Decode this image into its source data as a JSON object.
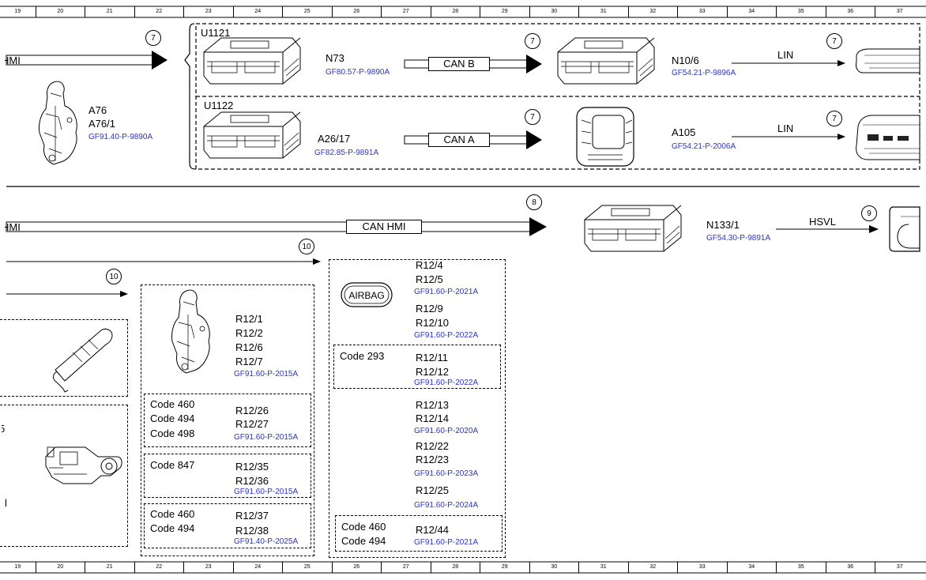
{
  "ruler": {
    "numbers": [
      "19",
      "20",
      "21",
      "22",
      "23",
      "24",
      "25",
      "26",
      "27",
      "28",
      "29",
      "30",
      "31",
      "32",
      "33",
      "34",
      "35",
      "36",
      "37"
    ]
  },
  "top": {
    "hmi_left": "HMI",
    "circle_main": "7",
    "group_u1121": {
      "label": "U1121",
      "module1": {
        "name": "N73",
        "ref": "GF80.57-P-9890A"
      },
      "bus1": "CAN B",
      "circle1": "7",
      "module2": {
        "name": "N10/6",
        "ref": "GF54.21-P-9896A"
      },
      "bus2": "LIN",
      "circle2": "7"
    },
    "group_u1122": {
      "label": "U1122",
      "module1": {
        "name": "A26/17",
        "ref": "GF82.85-P-9891A"
      },
      "bus1": "CAN A",
      "circle1": "7",
      "module2": {
        "name": "A105",
        "ref": "GF54.21-P-2006A"
      },
      "bus2": "LIN",
      "circle2": "7"
    },
    "a76": {
      "line1": "A76",
      "line2": "A76/1",
      "ref": "GF91.40-P-9890A"
    }
  },
  "middle": {
    "hmi_left": "HMI",
    "bus": "CAN HMI",
    "circle_can": "8",
    "n133": {
      "name": "N133/1",
      "ref": "GF54.30-P-9891A"
    },
    "bus_hsvl": "HSVL",
    "circle_hsvl": "9",
    "circle_10a": "10",
    "circle_10b": "10"
  },
  "left_partial": {
    "text1": "5",
    "text2": "l"
  },
  "col_center": {
    "block1": {
      "lines": [
        "R12/1",
        "R12/2",
        "R12/6",
        "R12/7"
      ],
      "ref": "GF91.60-P-2015A"
    },
    "block2": {
      "codes": [
        "Code 460",
        "Code 494",
        "Code 498"
      ],
      "lines": [
        "R12/26",
        "R12/27"
      ],
      "ref": "GF91.60-P-2015A"
    },
    "block3": {
      "codes": [
        "Code 847"
      ],
      "lines": [
        "R12/35",
        "R12/36"
      ],
      "ref": "GF91.60-P-2015A"
    },
    "block4": {
      "codes": [
        "Code 460",
        "Code 494"
      ],
      "lines": [
        "R12/37",
        "R12/38"
      ],
      "ref": "GF91.40-P-2025A"
    }
  },
  "col_right": {
    "airbag": "AIRBAG",
    "block1": {
      "lines": [
        "R12/4",
        "R12/5"
      ],
      "ref": "GF91.60-P-2021A"
    },
    "block2": {
      "lines": [
        "R12/9",
        "R12/10"
      ],
      "ref": "GF91.60-P-2022A"
    },
    "block3": {
      "code": "Code 293",
      "lines": [
        "R12/11",
        "R12/12"
      ],
      "ref": "GF91.60-P-2022A"
    },
    "block4": {
      "lines": [
        "R12/13",
        "R12/14"
      ],
      "ref": "GF91.60-P-2020A"
    },
    "block5": {
      "lines": [
        "R12/22",
        "R12/23"
      ],
      "ref": "GF91.60-P-2023A"
    },
    "block6": {
      "lines": [
        "R12/25"
      ],
      "ref": "GF91.60-P-2024A"
    },
    "block7": {
      "codes": [
        "Code 460",
        "Code 494"
      ],
      "lines": [
        "R12/44"
      ],
      "ref": "GF91.60-P-2021A"
    }
  },
  "colors": {
    "ref_blue": "#2b35c7",
    "line": "#000000"
  }
}
